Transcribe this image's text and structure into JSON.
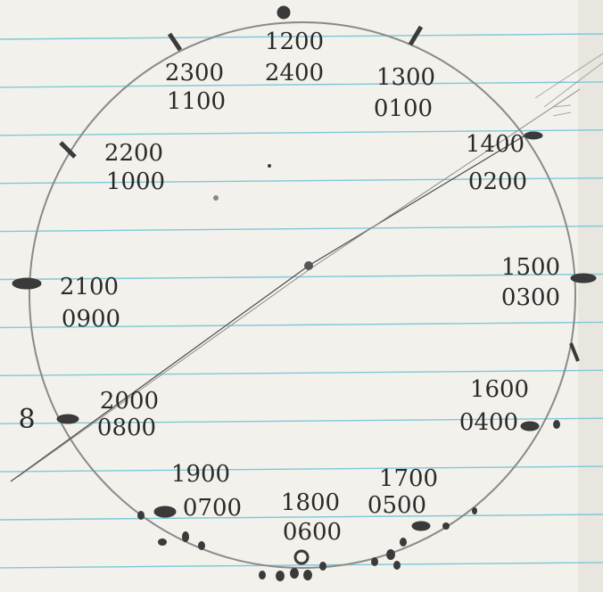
{
  "paper": {
    "background_color": "#f3f1ec",
    "ruled_line_color": "#7ec8d8",
    "ink_color": "#2a2a2a",
    "pencil_color": "#555555"
  },
  "clock": {
    "labels": [
      {
        "id": "n12",
        "top": "1200",
        "bottom": "2400"
      },
      {
        "id": "n13",
        "top": "1300",
        "bottom": "0100"
      },
      {
        "id": "n14",
        "top": "1400",
        "bottom": "0200"
      },
      {
        "id": "n15",
        "top": "1500",
        "bottom": "0300"
      },
      {
        "id": "n16",
        "top": "1600",
        "bottom": "0400"
      },
      {
        "id": "n17",
        "top": "1700",
        "bottom": "0500"
      },
      {
        "id": "n18",
        "top": "1800",
        "bottom": "0600"
      },
      {
        "id": "n19",
        "top": "1900",
        "bottom": "0700"
      },
      {
        "id": "n20",
        "top": "2000",
        "bottom": "0800"
      },
      {
        "id": "n21",
        "top": "2100",
        "bottom": "0900"
      },
      {
        "id": "n22",
        "top": "2200",
        "bottom": "1000"
      },
      {
        "id": "n23",
        "top": "2300",
        "bottom": "1100"
      }
    ]
  },
  "margin_note": "8"
}
